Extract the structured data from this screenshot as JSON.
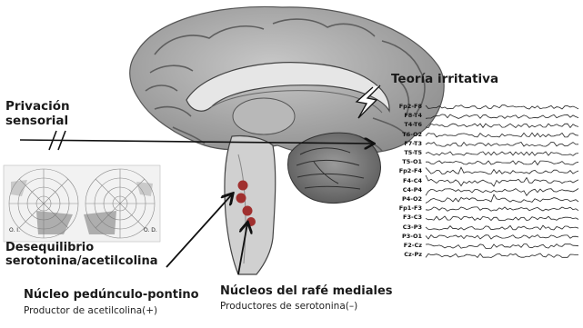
{
  "labels": {
    "sensory_deprivation_line1": "Privación",
    "sensory_deprivation_line2": "sensorial",
    "irritative_theory": "Teoría irritativa",
    "imbalance_line1": "Desequilibrio",
    "imbalance_line2": "serotonina/acetilcolina",
    "ppn_title": "Núcleo pedúnculo-pontino",
    "ppn_sub": "Productor de acetilcolina(+)",
    "raphe_title": "Núcleos del rafé mediales",
    "raphe_sub": "Productores de serotonina(–)"
  },
  "visual_field_chart": {
    "left_eye_label": "O. I.",
    "right_eye_label": "O. D."
  },
  "eeg_channels": [
    "Fp2-F8",
    "F8-T4",
    "T4-T6",
    "T6-O2",
    "F7-T3",
    "T5-T5",
    "T5-O1",
    "Fp2-F4",
    "F4-C4",
    "C4-P4",
    "P4-O2",
    "Fp1-F3",
    "F3-C3",
    "C3-P3",
    "P3-O1",
    "F2-Cz",
    "Cz-Pz"
  ],
  "colors": {
    "brain_gray": "#9a9a9a",
    "raphe_nuclei": "#a0302f",
    "arrow": "#111111"
  }
}
